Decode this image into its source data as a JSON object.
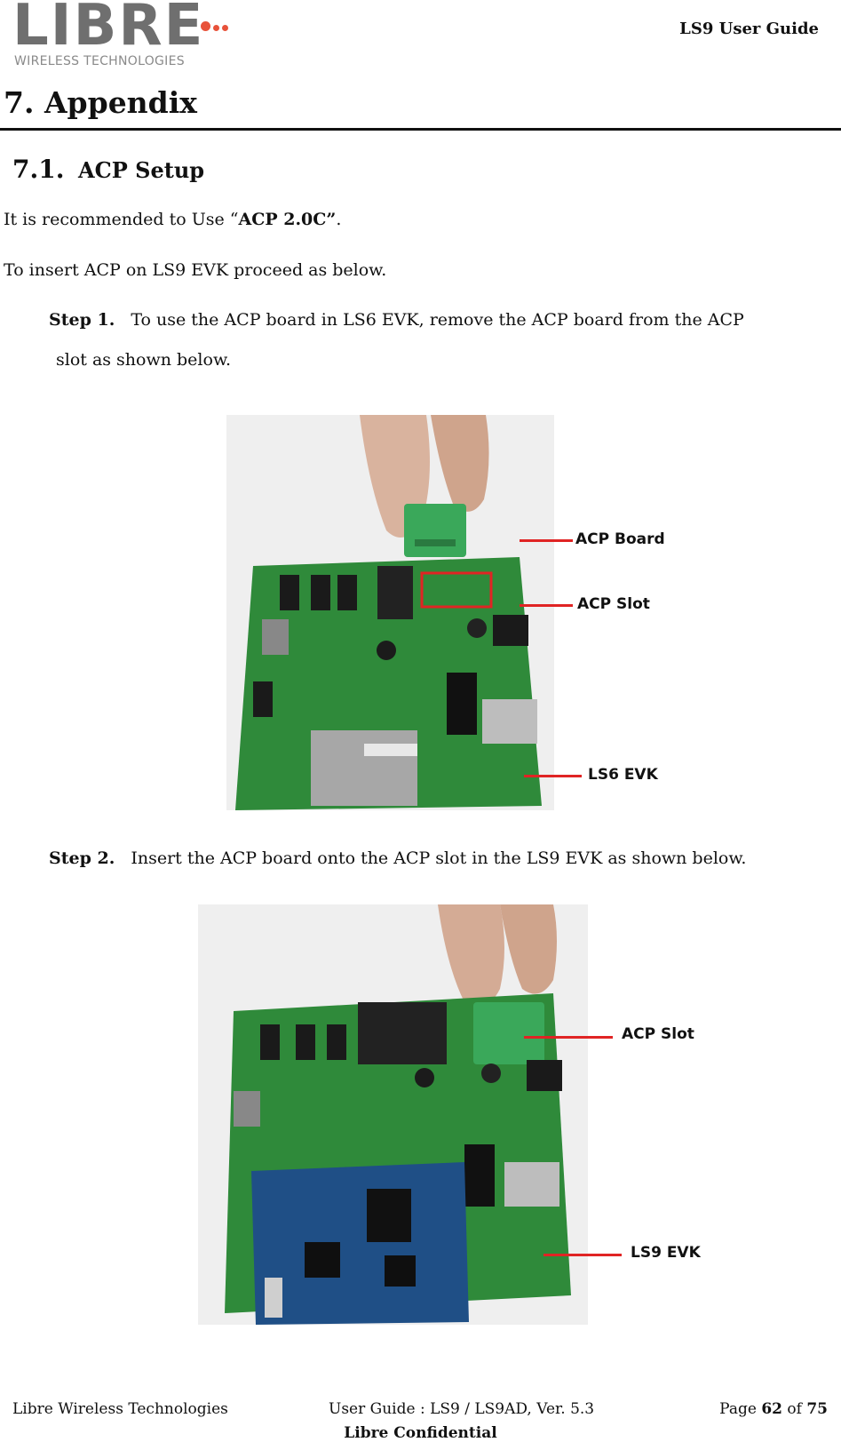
{
  "header": {
    "logo_text": "LIBRE",
    "logo_sub": "WIRELESS TECHNOLOGIES",
    "doc_title": "LS9 User Guide"
  },
  "section": {
    "h1": "7. Appendix",
    "h2_num": "7.1.",
    "h2_text": "ACP Setup"
  },
  "body": {
    "p1_pre": "It is recommended to Use “",
    "p1_bold": "ACP 2.0C”",
    "p1_post": ".",
    "p2": "To insert ACP on LS9 EVK proceed as below.",
    "step1_label": "Step 1.",
    "step1_text": "To use the ACP board in LS6 EVK, remove the ACP board from the ACP",
    "step1_cont": "slot as shown below.",
    "step2_label": "Step 2.",
    "step2_text": "Insert the ACP board onto the ACP slot in the LS9 EVK as shown below."
  },
  "figure1": {
    "callouts": [
      "ACP  Board",
      "ACP Slot",
      "LS6 EVK"
    ]
  },
  "figure2": {
    "callouts": [
      "ACP Slot",
      "LS9 EVK"
    ]
  },
  "footer": {
    "left": "Libre Wireless Technologies",
    "mid": "User Guide : LS9 / LS9AD, Ver. 5.3",
    "page_pre": "Page ",
    "page_num": "62",
    "page_mid": " of ",
    "page_total": "75",
    "confidential": "Libre Confidential"
  },
  "colors": {
    "pcb_green": "#2f8a3a",
    "pcb_blue": "#1f4f86",
    "callout_red": "#e02424",
    "logo_gray": "#6f6f6f",
    "logo_dot": "#e8523a"
  }
}
